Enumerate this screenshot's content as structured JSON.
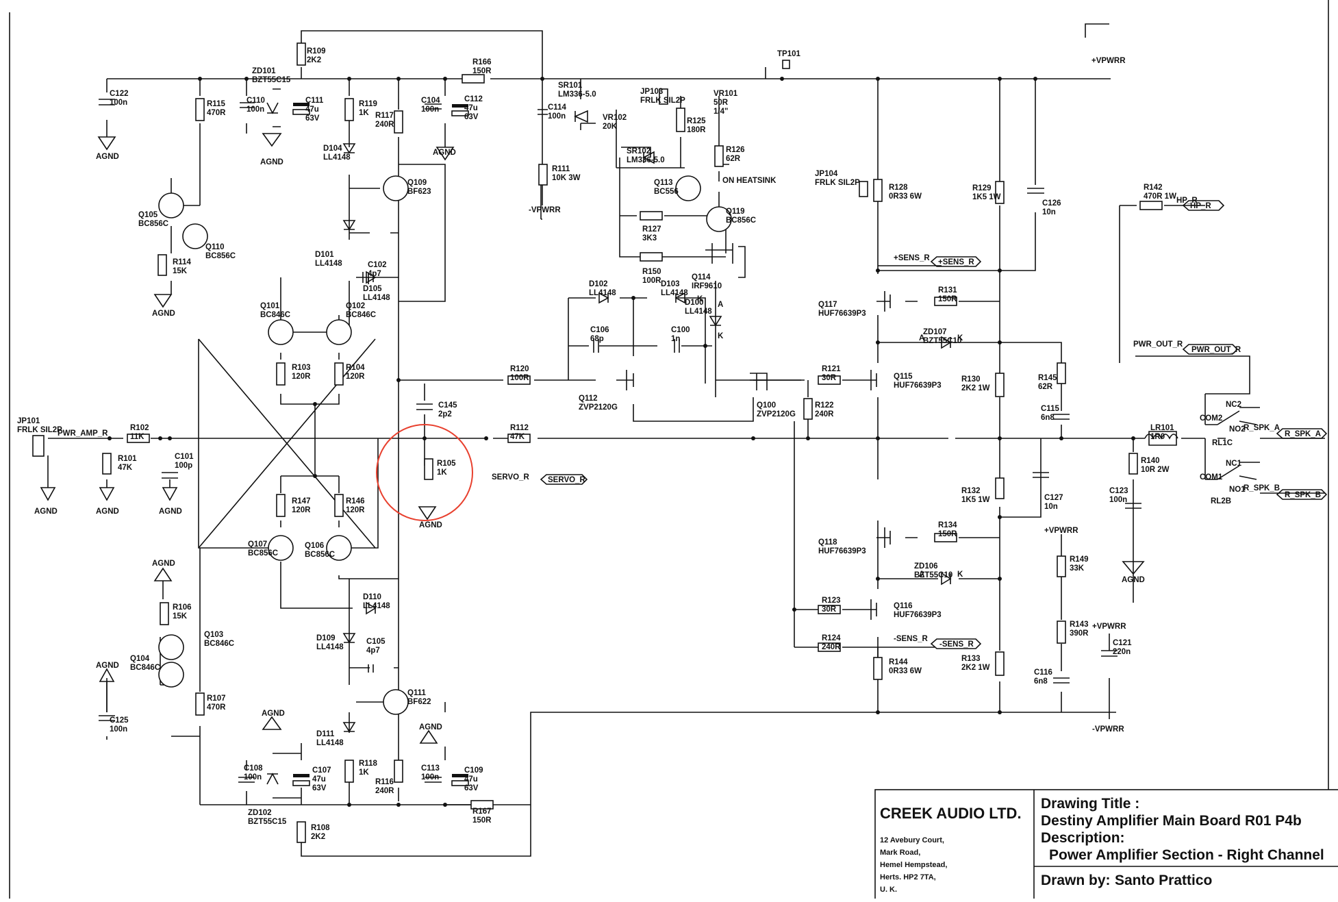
{
  "components": [
    [
      "R109",
      "2K2"
    ],
    [
      "ZD101",
      "BZT55C15"
    ],
    [
      "C122",
      "100n"
    ],
    [
      "R115",
      "470R"
    ],
    [
      "C110",
      "100n"
    ],
    [
      "C111",
      "47u",
      "63V"
    ],
    [
      "R119",
      "1K"
    ],
    [
      "R117",
      "240R"
    ],
    [
      "C104",
      "100n"
    ],
    [
      "C112",
      "47u",
      "63V"
    ],
    [
      "R166",
      "150R"
    ],
    [
      "C114",
      "100n"
    ],
    [
      "SR101",
      "LM336-5.0"
    ],
    [
      "VR102",
      "20K"
    ],
    [
      "JP103",
      "FRLK SIL2P"
    ],
    [
      "R125",
      "180R"
    ],
    [
      "VR101",
      "50R",
      "1/4\""
    ],
    [
      "TP101"
    ],
    [
      "R126",
      "62R"
    ],
    [
      "D104",
      "LL4148"
    ],
    [
      "Q109",
      "BF623"
    ],
    [
      "R111",
      "10K 3W"
    ],
    [
      "SR102",
      "LM336-5.0"
    ],
    [
      "Q113",
      "BC556"
    ],
    [
      "Q119",
      "BC856C"
    ],
    [
      "C102",
      "4p7"
    ],
    [
      "R127",
      "3K3"
    ],
    [
      "Q105",
      "BC856C"
    ],
    [
      "Q110",
      "BC856C"
    ],
    [
      "R114",
      "15K"
    ],
    [
      "D101",
      "LL4148"
    ],
    [
      "D105",
      "LL4148"
    ],
    [
      "R150",
      "100R"
    ],
    [
      "Q114",
      "IRF9610"
    ],
    [
      "JP104",
      "FRLK SIL2P"
    ],
    [
      "R128",
      "0R33 6W"
    ],
    [
      "R129",
      "1K5 1W"
    ],
    [
      "C126",
      "10n"
    ],
    [
      "R142",
      "470R 1W"
    ],
    [
      "D102",
      "LL4148"
    ],
    [
      "D103",
      "LL4148"
    ],
    [
      "D100",
      "LL4148"
    ],
    [
      "Q101",
      "BC846C"
    ],
    [
      "Q102",
      "BC846C"
    ],
    [
      "Q117",
      "HUF76639P3"
    ],
    [
      "R131",
      "150R"
    ],
    [
      "ZD107",
      "BZT55C10"
    ],
    [
      "C106",
      "68p"
    ],
    [
      "C100",
      "1n"
    ],
    [
      "R103",
      "120R"
    ],
    [
      "R104",
      "120R"
    ],
    [
      "R120",
      "100R"
    ],
    [
      "Q112",
      "ZVP2120G"
    ],
    [
      "Q100",
      "ZVP2120G"
    ],
    [
      "R121",
      "30R"
    ],
    [
      "R122",
      "240R"
    ],
    [
      "Q115",
      "HUF76639P3"
    ],
    [
      "R130",
      "2K2 1W"
    ],
    [
      "R145",
      "62R"
    ],
    [
      "C115",
      "6n8"
    ],
    [
      "C145",
      "2p2"
    ],
    [
      "JP101",
      "FRLK SIL2P"
    ],
    [
      "R102",
      "11K"
    ],
    [
      "R101",
      "47K"
    ],
    [
      "C101",
      "100p"
    ],
    [
      "R112",
      "47K"
    ],
    [
      "R105",
      "1K"
    ],
    [
      "LR101",
      "1R0"
    ],
    [
      "R140",
      "10R 2W"
    ],
    [
      "C123",
      "100n"
    ],
    [
      "R147",
      "120R"
    ],
    [
      "R146",
      "120R"
    ],
    [
      "R132",
      "1K5 1W"
    ],
    [
      "C127",
      "10n"
    ],
    [
      "Q107",
      "BC856C"
    ],
    [
      "Q106",
      "BC856C"
    ],
    [
      "Q118",
      "HUF76639P3"
    ],
    [
      "R134",
      "150R"
    ],
    [
      "R149",
      "33K"
    ],
    [
      "ZD106",
      "BZT55C10"
    ],
    [
      "R106",
      "15K"
    ],
    [
      "Q103",
      "BC846C"
    ],
    [
      "Q104",
      "BC846C"
    ],
    [
      "D110",
      "LL4148"
    ],
    [
      "D109",
      "LL4148"
    ],
    [
      "C105",
      "4p7"
    ],
    [
      "R123",
      "30R"
    ],
    [
      "Q116",
      "HUF76639P3"
    ],
    [
      "R124",
      "240R"
    ],
    [
      "R143",
      "390R"
    ],
    [
      "C121",
      "220n"
    ],
    [
      "R107",
      "470R"
    ],
    [
      "C125",
      "100n"
    ],
    [
      "Q111",
      "BF622"
    ],
    [
      "R144",
      "0R33 6W"
    ],
    [
      "R133",
      "2K2 1W"
    ],
    [
      "C116",
      "6n8"
    ],
    [
      "D111",
      "LL4148"
    ],
    [
      "C108",
      "100n"
    ],
    [
      "ZD102",
      "BZT55C15"
    ],
    [
      "C107",
      "47u",
      "63V"
    ],
    [
      "R118",
      "1K"
    ],
    [
      "R116",
      "240R"
    ],
    [
      "C113",
      "100n"
    ],
    [
      "C109",
      "47u",
      "63V"
    ],
    [
      "R167",
      "150R"
    ],
    [
      "R108",
      "2K2"
    ],
    [
      "RL1C"
    ],
    [
      "RL2B"
    ]
  ],
  "text": {
    "agnd": "AGND",
    "vpwrr_pos": "+VPWRR",
    "vpwrr_neg": "-VPWRR",
    "on_heatsink": "ON HEATSINK",
    "pwr_amp_r": "PWR_AMP_R",
    "servo_r": "SERVO_R",
    "sens_r_pos": "+SENS_R",
    "sens_r_neg": "-SENS_R",
    "hp_r": "HP_R",
    "pwr_out_r": "PWR_OUT_R",
    "r_spk_a": "R_SPK_A",
    "r_spk_b": "R_SPK_B",
    "com1": "COM1",
    "com2": "COM2",
    "nc1": "NC1",
    "nc2": "NC2",
    "no1": "NO1",
    "no2": "NO2",
    "pin_a": "A",
    "pin_k": "K"
  },
  "title_block": {
    "company": "CREEK AUDIO LTD.",
    "address": [
      "12 Avebury Court,",
      "Mark Road,",
      "Hemel Hempstead,",
      "Herts. HP2 7TA,",
      "U. K."
    ],
    "drawing_title_label": "Drawing Title :",
    "drawing_title": "Destiny Amplifier Main Board R01 P4b",
    "description_label": "Description:",
    "description": "Power Amplifier Section - Right Channel",
    "drawn_by_label": "Drawn by:",
    "drawn_by": "Santo Prattico"
  },
  "colors": {
    "ink": "#111111",
    "highlight_circle": "#e8402e",
    "paper": "#ffffff"
  }
}
